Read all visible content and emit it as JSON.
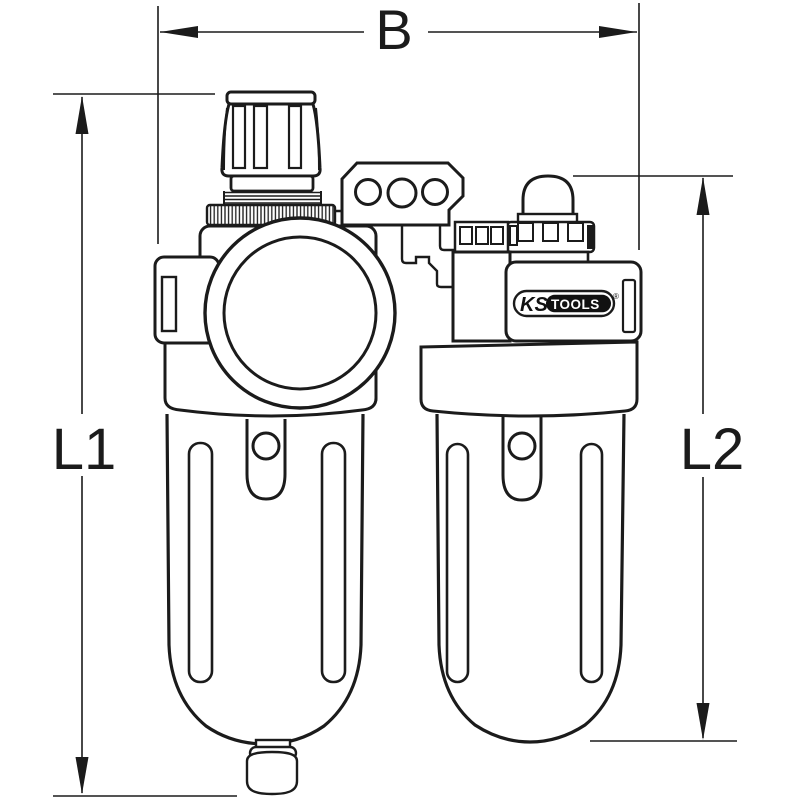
{
  "labels": {
    "width": "B",
    "height_left": "L1",
    "height_right": "L2"
  },
  "logo": {
    "ks": "KS",
    "tools": "TOOLS",
    "registered": "®"
  },
  "colors": {
    "line": "#1b1b1b",
    "background": "#ffffff",
    "logo_box": "#111111"
  }
}
